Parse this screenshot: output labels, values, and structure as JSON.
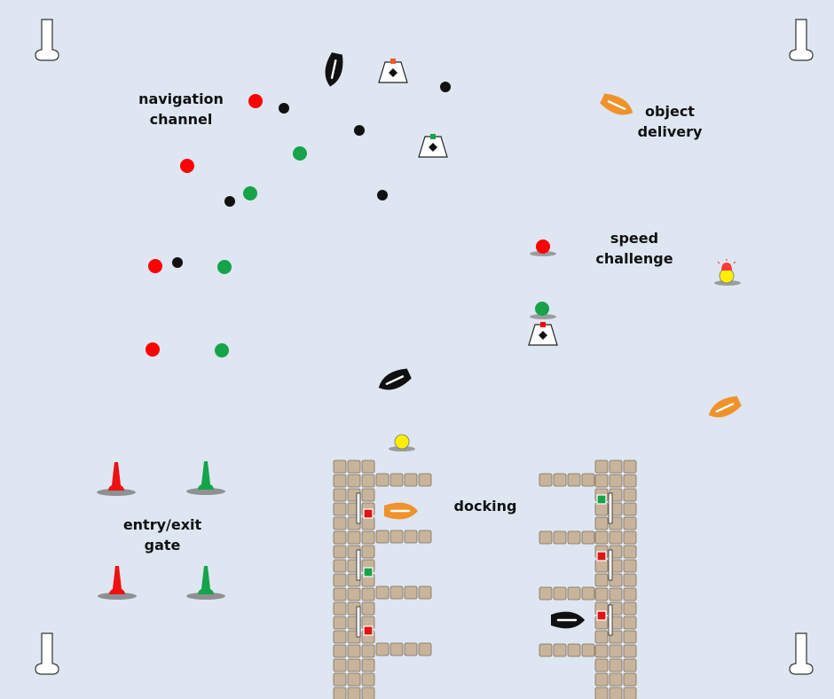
{
  "labels": {
    "navigation_channel": [
      "navigation",
      "channel"
    ],
    "object_delivery": [
      "object",
      "delivery"
    ],
    "speed_challenge": [
      "speed",
      "challenge"
    ],
    "entry_exit_gate": [
      "entry/exit",
      "gate"
    ],
    "docking": "docking"
  },
  "colors": {
    "background": "#dde6f1",
    "buoy_red": "#ff0000",
    "buoy_green": "#16a34a",
    "buoy_black": "#111111",
    "boat_orange": "#f0922b",
    "boat_black": "#111111",
    "dock_tile": "#c8b49a",
    "light_yellow": "#ffee00"
  },
  "icons": {
    "corner_post": "bollard-icon",
    "target_marker": "target-marker-icon",
    "gate_marker": "gate-marker-icon",
    "beacon": "beacon-light-icon"
  }
}
